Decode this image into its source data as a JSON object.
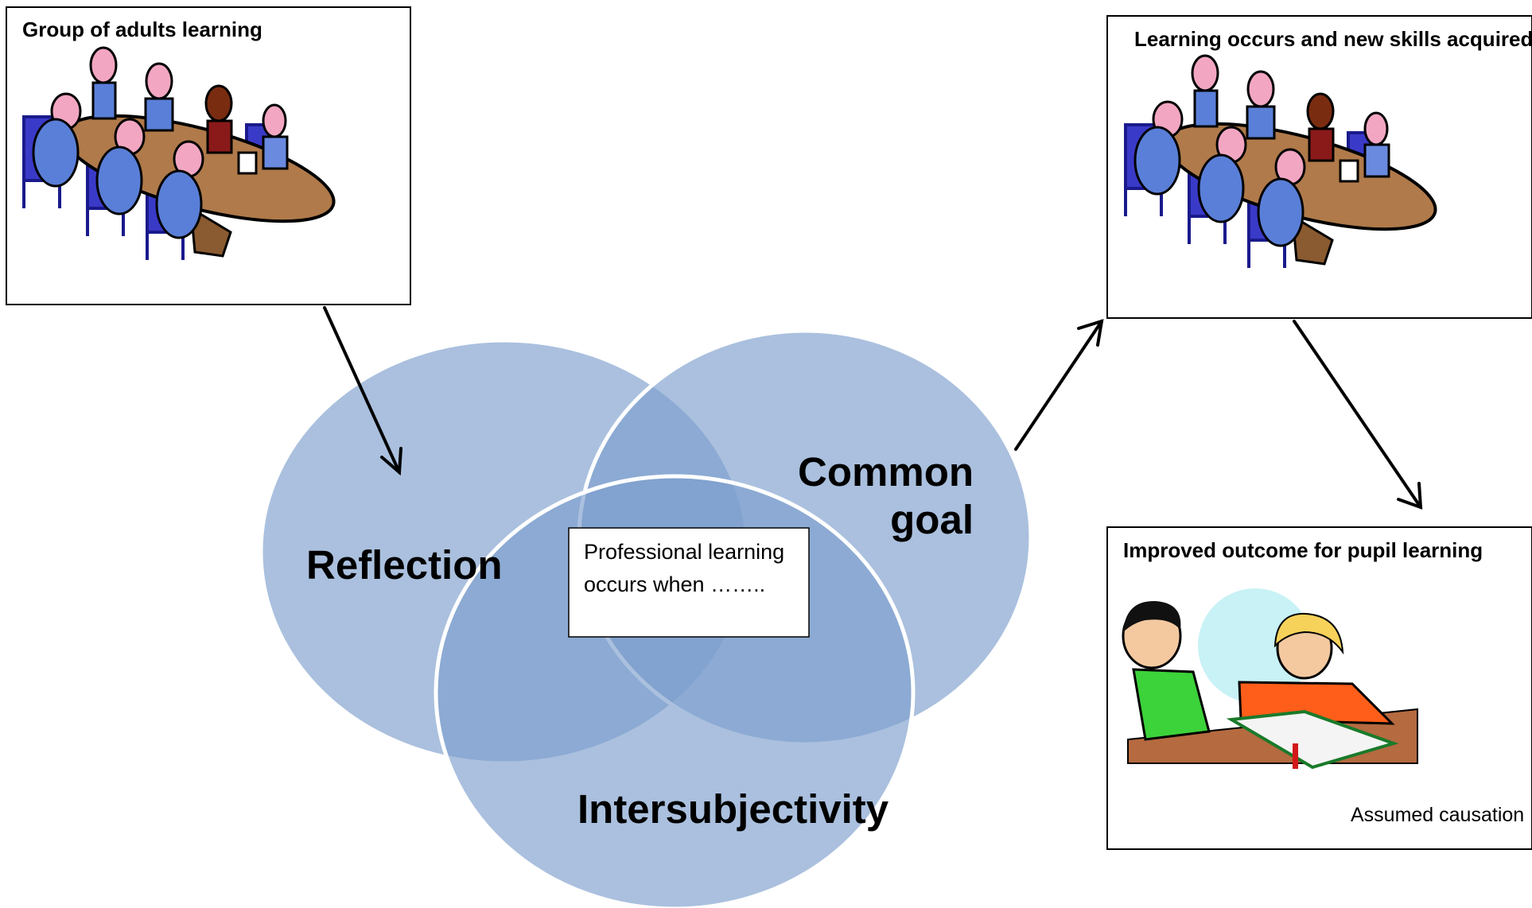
{
  "boxes": {
    "top_left": {
      "title": "Group of adults learning",
      "illustration": "meeting-table-clipart"
    },
    "top_right": {
      "title": "Learning occurs and new skills acquired",
      "illustration": "meeting-table-clipart"
    },
    "bottom_right": {
      "title": "Improved outcome for pupil learning",
      "illustration": "children-reading-clipart",
      "caption": "Assumed causation"
    }
  },
  "venn": {
    "circles": [
      {
        "label": "Reflection"
      },
      {
        "label_line1": "Common",
        "label_line2": "goal"
      },
      {
        "label": "Intersubjectivity"
      }
    ],
    "center": {
      "line1": "Professional learning",
      "line2": "occurs when …….."
    }
  },
  "colors": {
    "circle_fill": "#7c9ecd",
    "circle_stroke": "#ffffff",
    "arrow": "#000000",
    "box_border": "#000000"
  }
}
